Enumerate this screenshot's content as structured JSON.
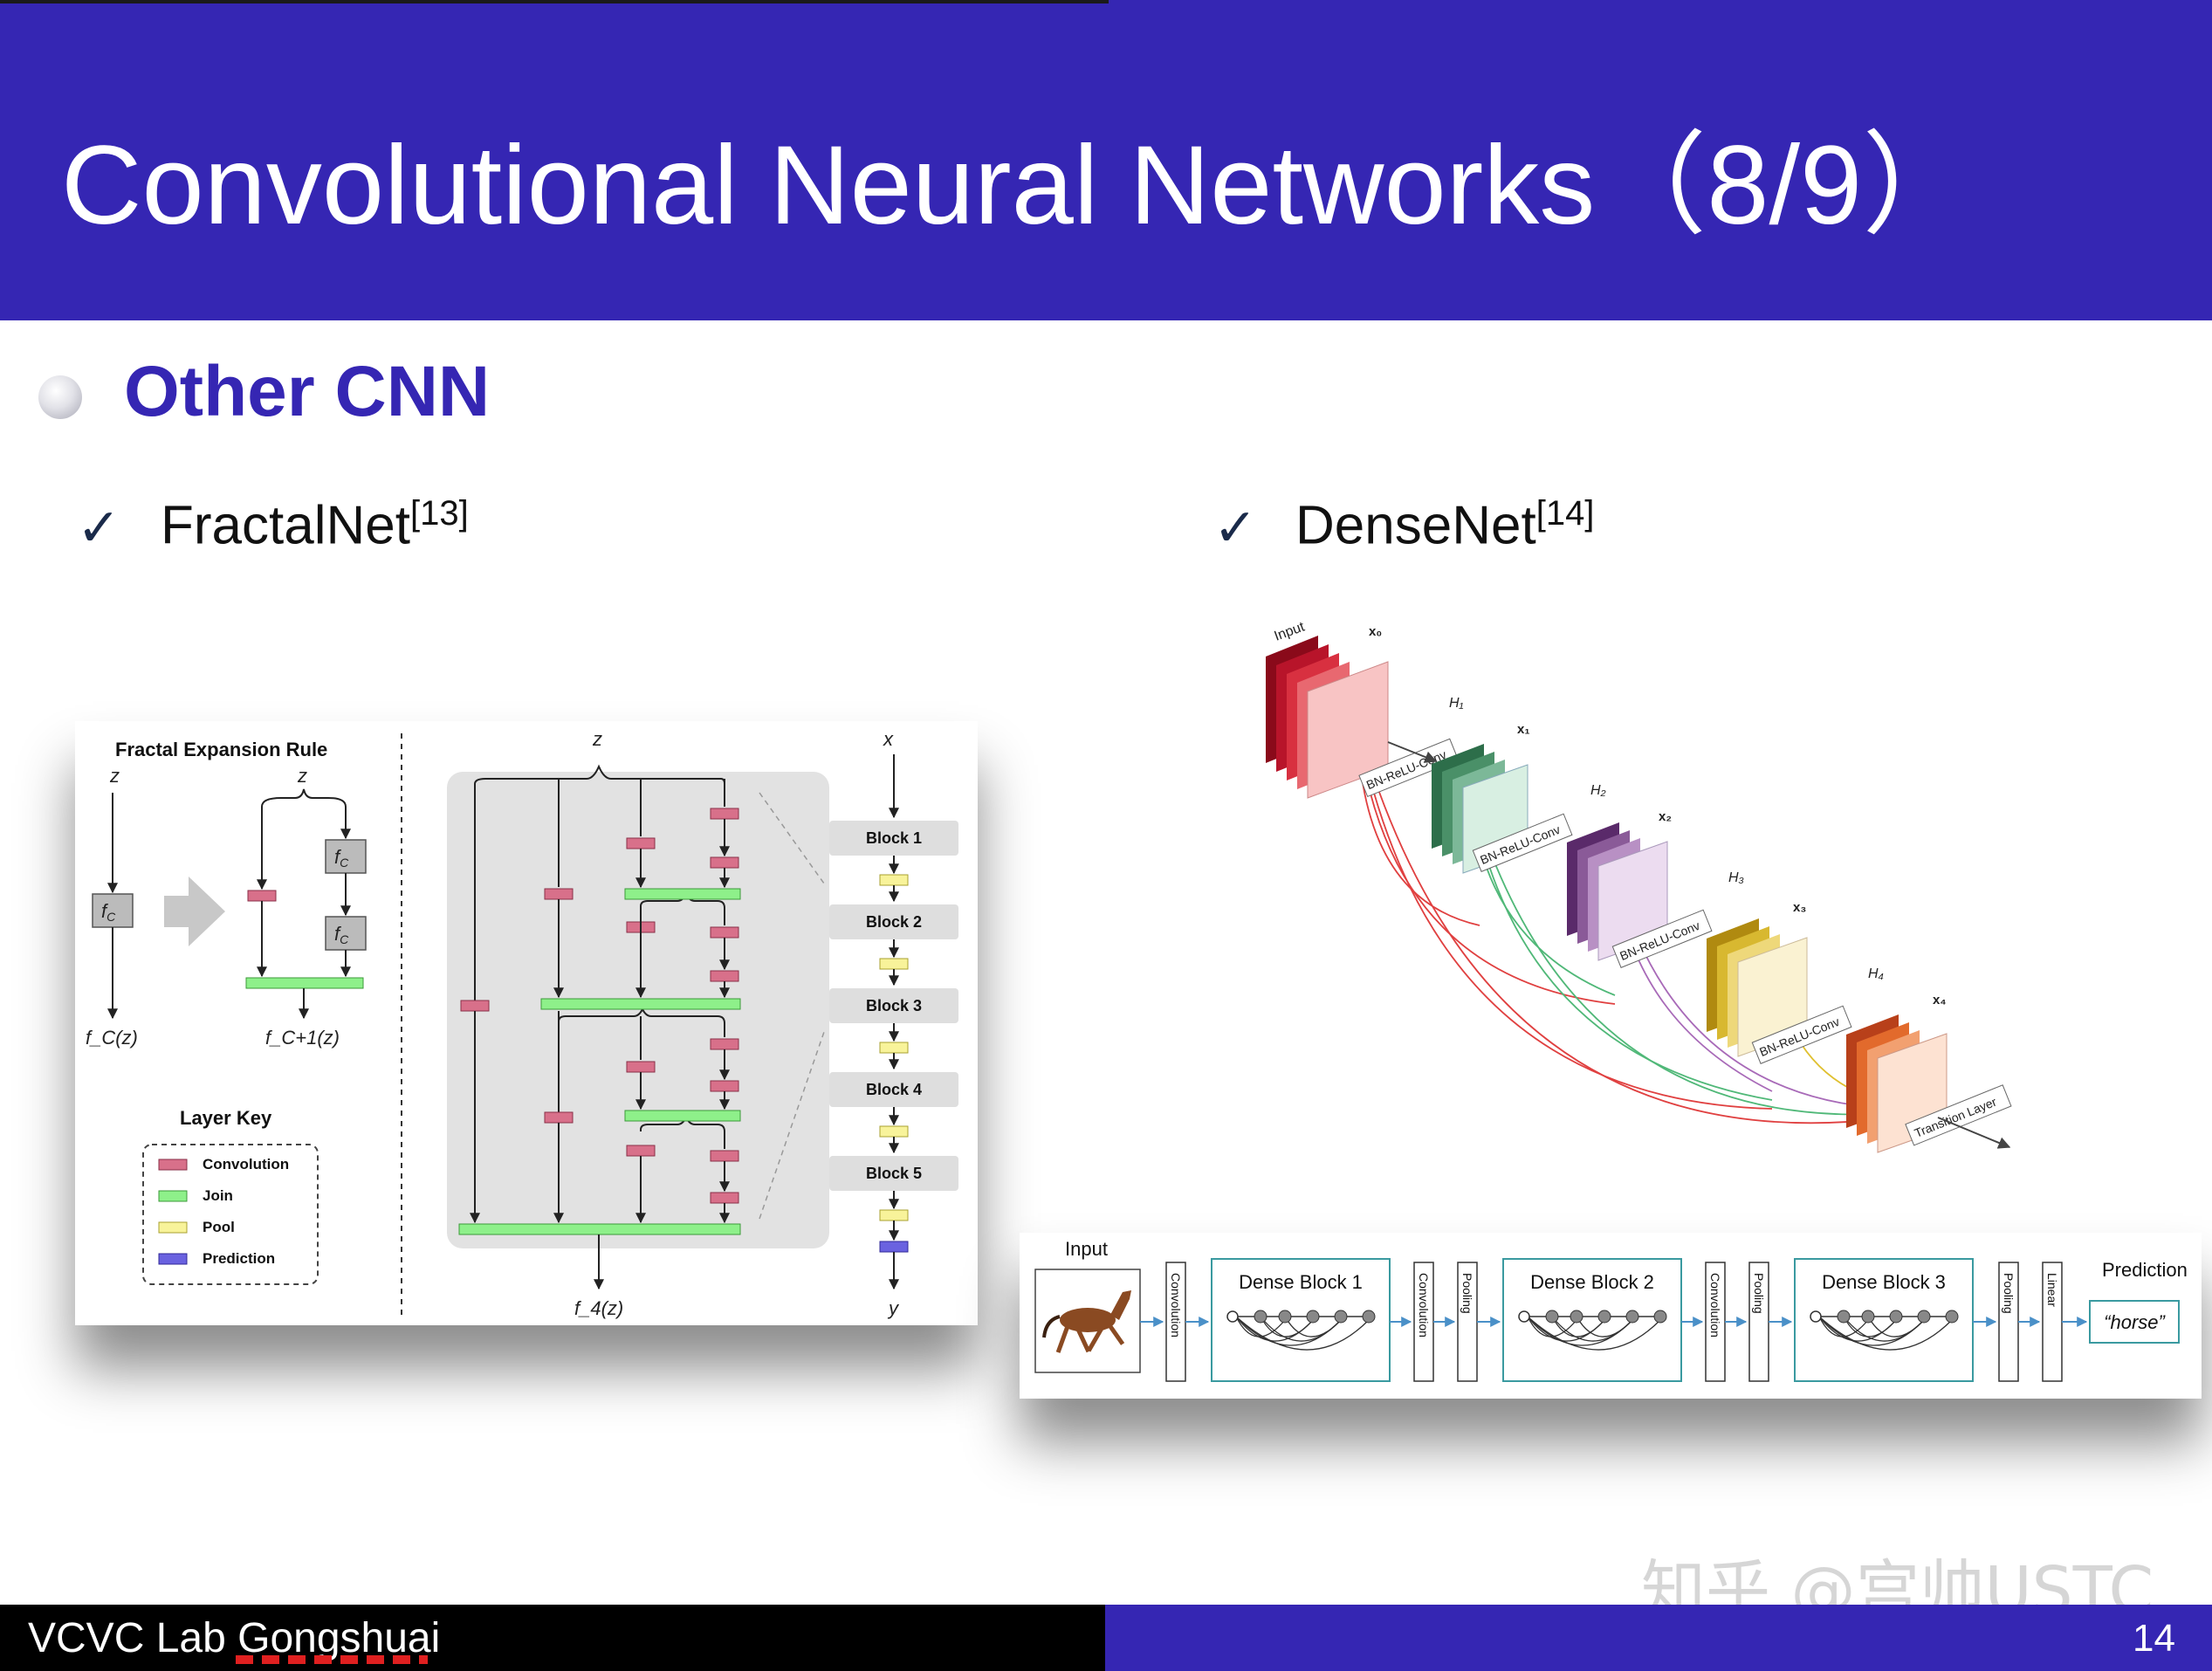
{
  "slide": {
    "title": "Convolutional Neural Networks（8/9）",
    "subtitle": "Other CNN",
    "page_number": "14",
    "footer": "VCVC Lab Gongshuai",
    "watermark": "知乎 @宫帅USTC"
  },
  "items": [
    {
      "name": "FractalNet",
      "ref": "[13]"
    },
    {
      "name": "DenseNet",
      "ref": "[14]"
    }
  ],
  "fractal": {
    "rule_title": "Fractal Expansion Rule",
    "z": "z",
    "x": "x",
    "y": "y",
    "fc": "f",
    "fc_sub": "C",
    "fc_z": "f_C(z)",
    "fc1_z": "f_C+1(z)",
    "f4_z": "f_4(z)",
    "layer_key_title": "Layer Key",
    "layer_key": [
      {
        "label": "Convolution",
        "color": "#d8708a"
      },
      {
        "label": "Join",
        "color": "#8ef08a"
      },
      {
        "label": "Pool",
        "color": "#f8f39a"
      },
      {
        "label": "Prediction",
        "color": "#6a62e0"
      }
    ],
    "blocks": [
      "Block 1",
      "Block 2",
      "Block 3",
      "Block 4",
      "Block 5"
    ]
  },
  "dense_top": {
    "input": "Input",
    "layers": [
      {
        "x": "x₀",
        "color": "#c8102e"
      },
      {
        "h": "H₁",
        "x": "x₁",
        "color": "#3d8a5f"
      },
      {
        "h": "H₂",
        "x": "x₂",
        "color": "#7a3f85"
      },
      {
        "h": "H₃",
        "x": "x₃",
        "color": "#c8a020"
      },
      {
        "h": "H₄",
        "x": "x₄",
        "color": "#e26a2c"
      }
    ],
    "conv_label": "BN-ReLU-Conv",
    "transition": "Transition Layer"
  },
  "dense_bottom": {
    "input": "Input",
    "prediction": "Prediction",
    "output": "“horse”",
    "blocks": [
      "Dense Block 1",
      "Dense Block 2",
      "Dense Block 3"
    ],
    "convolution": "Convolution",
    "pooling": "Pooling",
    "linear": "Linear"
  }
}
